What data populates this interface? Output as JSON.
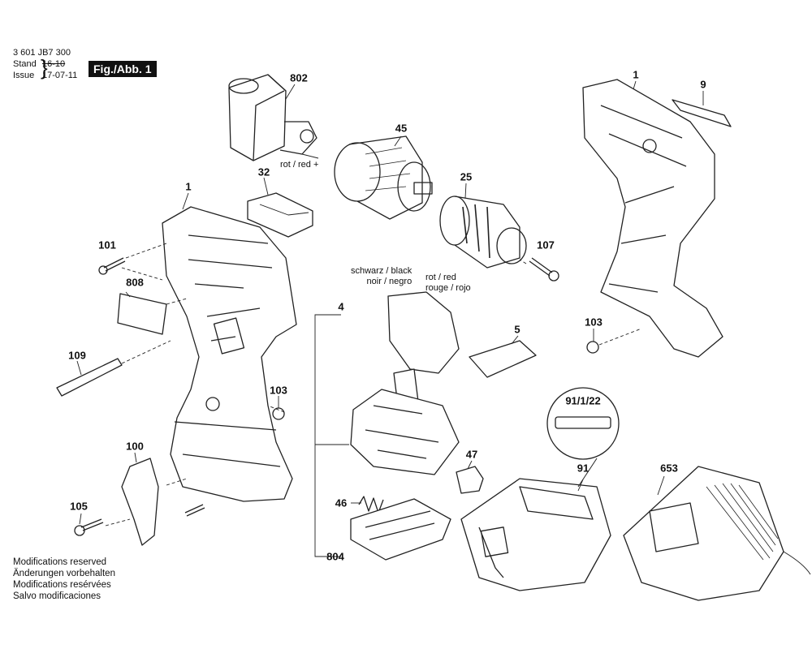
{
  "header": {
    "doc_number": "3 601 JB7 300",
    "stand_label": "Stand",
    "stand_value": "16-10",
    "issue_label": "Issue",
    "issue_value": "17-07-11",
    "figure_label": "Fig./Abb. 1"
  },
  "parts": {
    "p802": "802",
    "p45": "45",
    "p25": "25",
    "p1_housing_right": "1",
    "p9": "9",
    "p32": "32",
    "p1_housing_left": "1",
    "p101": "101",
    "p107": "107",
    "p808": "808",
    "p4": "4",
    "p103_right": "103",
    "p103_left": "103",
    "p5": "5",
    "p109": "109",
    "p100": "100",
    "p91_1_22": "91/1/22",
    "p91": "91",
    "p653": "653",
    "p47": "47",
    "p46": "46",
    "p105": "105",
    "p804": "804"
  },
  "wires": {
    "motor_red": "rot / red +",
    "switch_black_1": "schwarz / black",
    "switch_black_2": "noir / negro",
    "switch_red_1": "rot / red",
    "switch_red_2": "rouge / rojo"
  },
  "notes": [
    "Modifications reserved",
    "Änderungen vorbehalten",
    "Modifications resérvées",
    "Salvo modificaciones"
  ]
}
